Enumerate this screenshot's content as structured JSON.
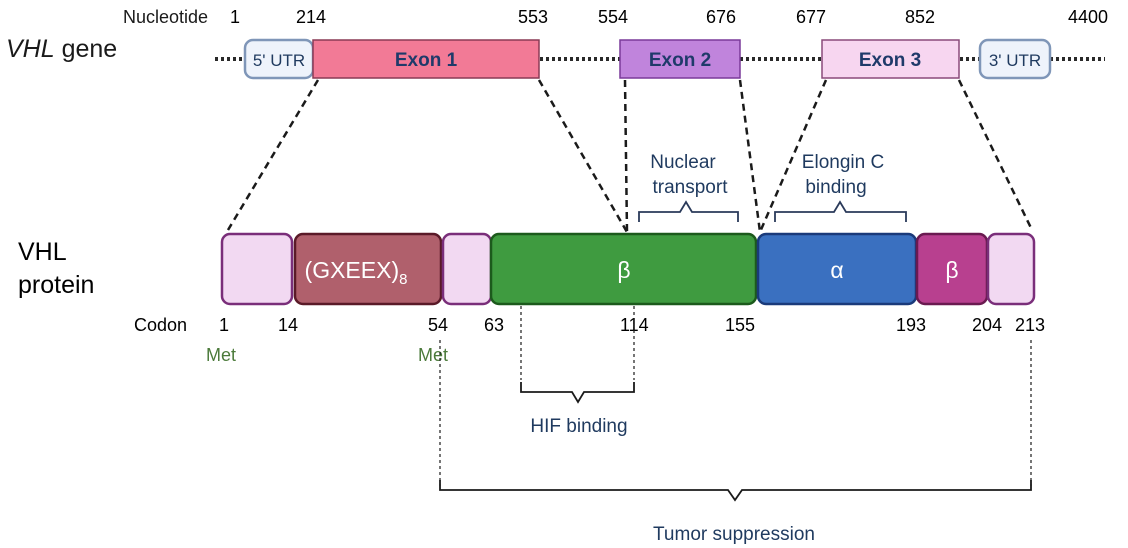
{
  "gene": {
    "name_italic": "VHL",
    "name_rest": " gene",
    "nucleotide_label": "Nucleotide",
    "nucleotides": [
      "1",
      "214",
      "553",
      "554",
      "676",
      "677",
      "852",
      "4400"
    ],
    "segments": {
      "utr5": "5' UTR",
      "exon1": "Exon 1",
      "exon2": "Exon 2",
      "exon3": "Exon 3",
      "utr3": "3' UTR"
    }
  },
  "protein": {
    "label_line1": "VHL",
    "label_line2": "protein",
    "codon_label": "Codon",
    "codons": [
      "1",
      "14",
      "54",
      "63",
      "114",
      "155",
      "193",
      "204",
      "213"
    ],
    "met_labels": [
      "Met",
      "Met"
    ],
    "domains": {
      "repeat_base": "(GXEEX)",
      "repeat_sub": "8",
      "beta1": "β",
      "alpha": "α",
      "beta2": "β"
    }
  },
  "annotations": {
    "nuclear_line1": "Nuclear",
    "nuclear_line2": "transport",
    "elongin_line1": "Elongin C",
    "elongin_line2": "binding",
    "hif": "HIF binding",
    "tumor": "Tumor suppression"
  },
  "colors": {
    "exon1": "#f27a96",
    "exon2": "#c084dc",
    "exon3": "#f7d6f0",
    "utr": "#eef3fb",
    "repeat": "#b0606c",
    "beta1": "#3f9b40",
    "alpha": "#3a70c0",
    "beta2": "#b8408f",
    "light_box": "#f2d9f2",
    "annotation_text": "#1f3a5f",
    "met_text": "#4b7a3a"
  }
}
